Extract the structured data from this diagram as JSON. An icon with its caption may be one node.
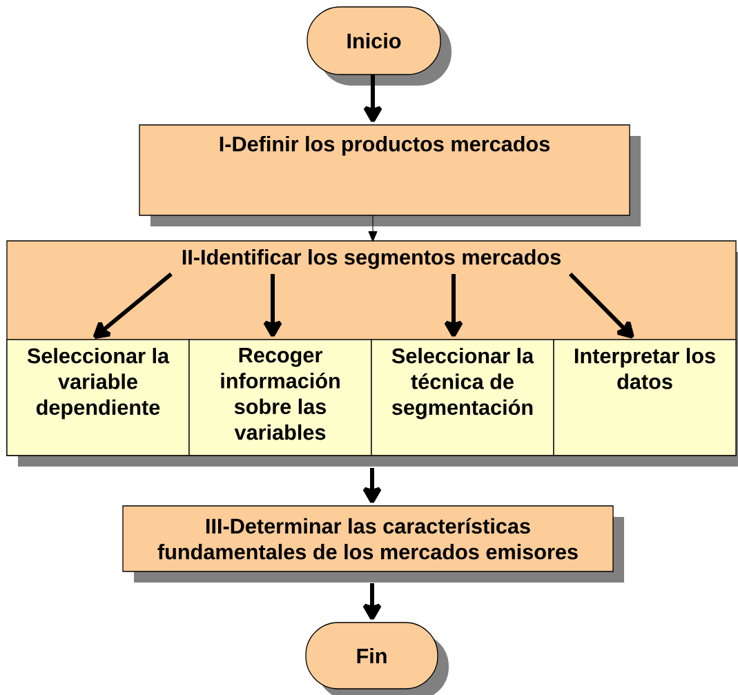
{
  "diagram": {
    "nodes": [
      {
        "text": [
          "Inicio"
        ]
      },
      {
        "text": [
          "I-Definir los productos mercados"
        ]
      },
      {
        "text": [
          "II-Identificar los segmentos mercados"
        ]
      },
      {
        "text": [
          "Seleccionar la variable dependiente"
        ],
        "in": 2
      },
      {
        "text": [
          "Recoger información sobre las variables"
        ],
        "in": 2
      },
      {
        "text": [
          "Seleccionar la técnica de segmentación"
        ],
        "in": 2
      },
      {
        "text": [
          "Interpretar los datos"
        ],
        "in": 2
      },
      {
        "text": [
          "III-Determinar las características fundamentales de los mercados emisores"
        ]
      },
      {
        "text": [
          "Fin"
        ]
      }
    ],
    "edges": [
      {
        "from": 0,
        "to": 1,
        "arrow": "to"
      },
      {
        "from": 1,
        "to": 2,
        "arrow": "to"
      },
      {
        "from": 2,
        "to": 3,
        "arrow": "to"
      },
      {
        "from": 2,
        "to": 4,
        "arrow": "to"
      },
      {
        "from": 2,
        "to": 5,
        "arrow": "to"
      },
      {
        "from": 2,
        "to": 6,
        "arrow": "to"
      },
      {
        "from": 2,
        "to": 7,
        "arrow": "to"
      },
      {
        "from": 7,
        "to": 8,
        "arrow": "to"
      }
    ]
  }
}
